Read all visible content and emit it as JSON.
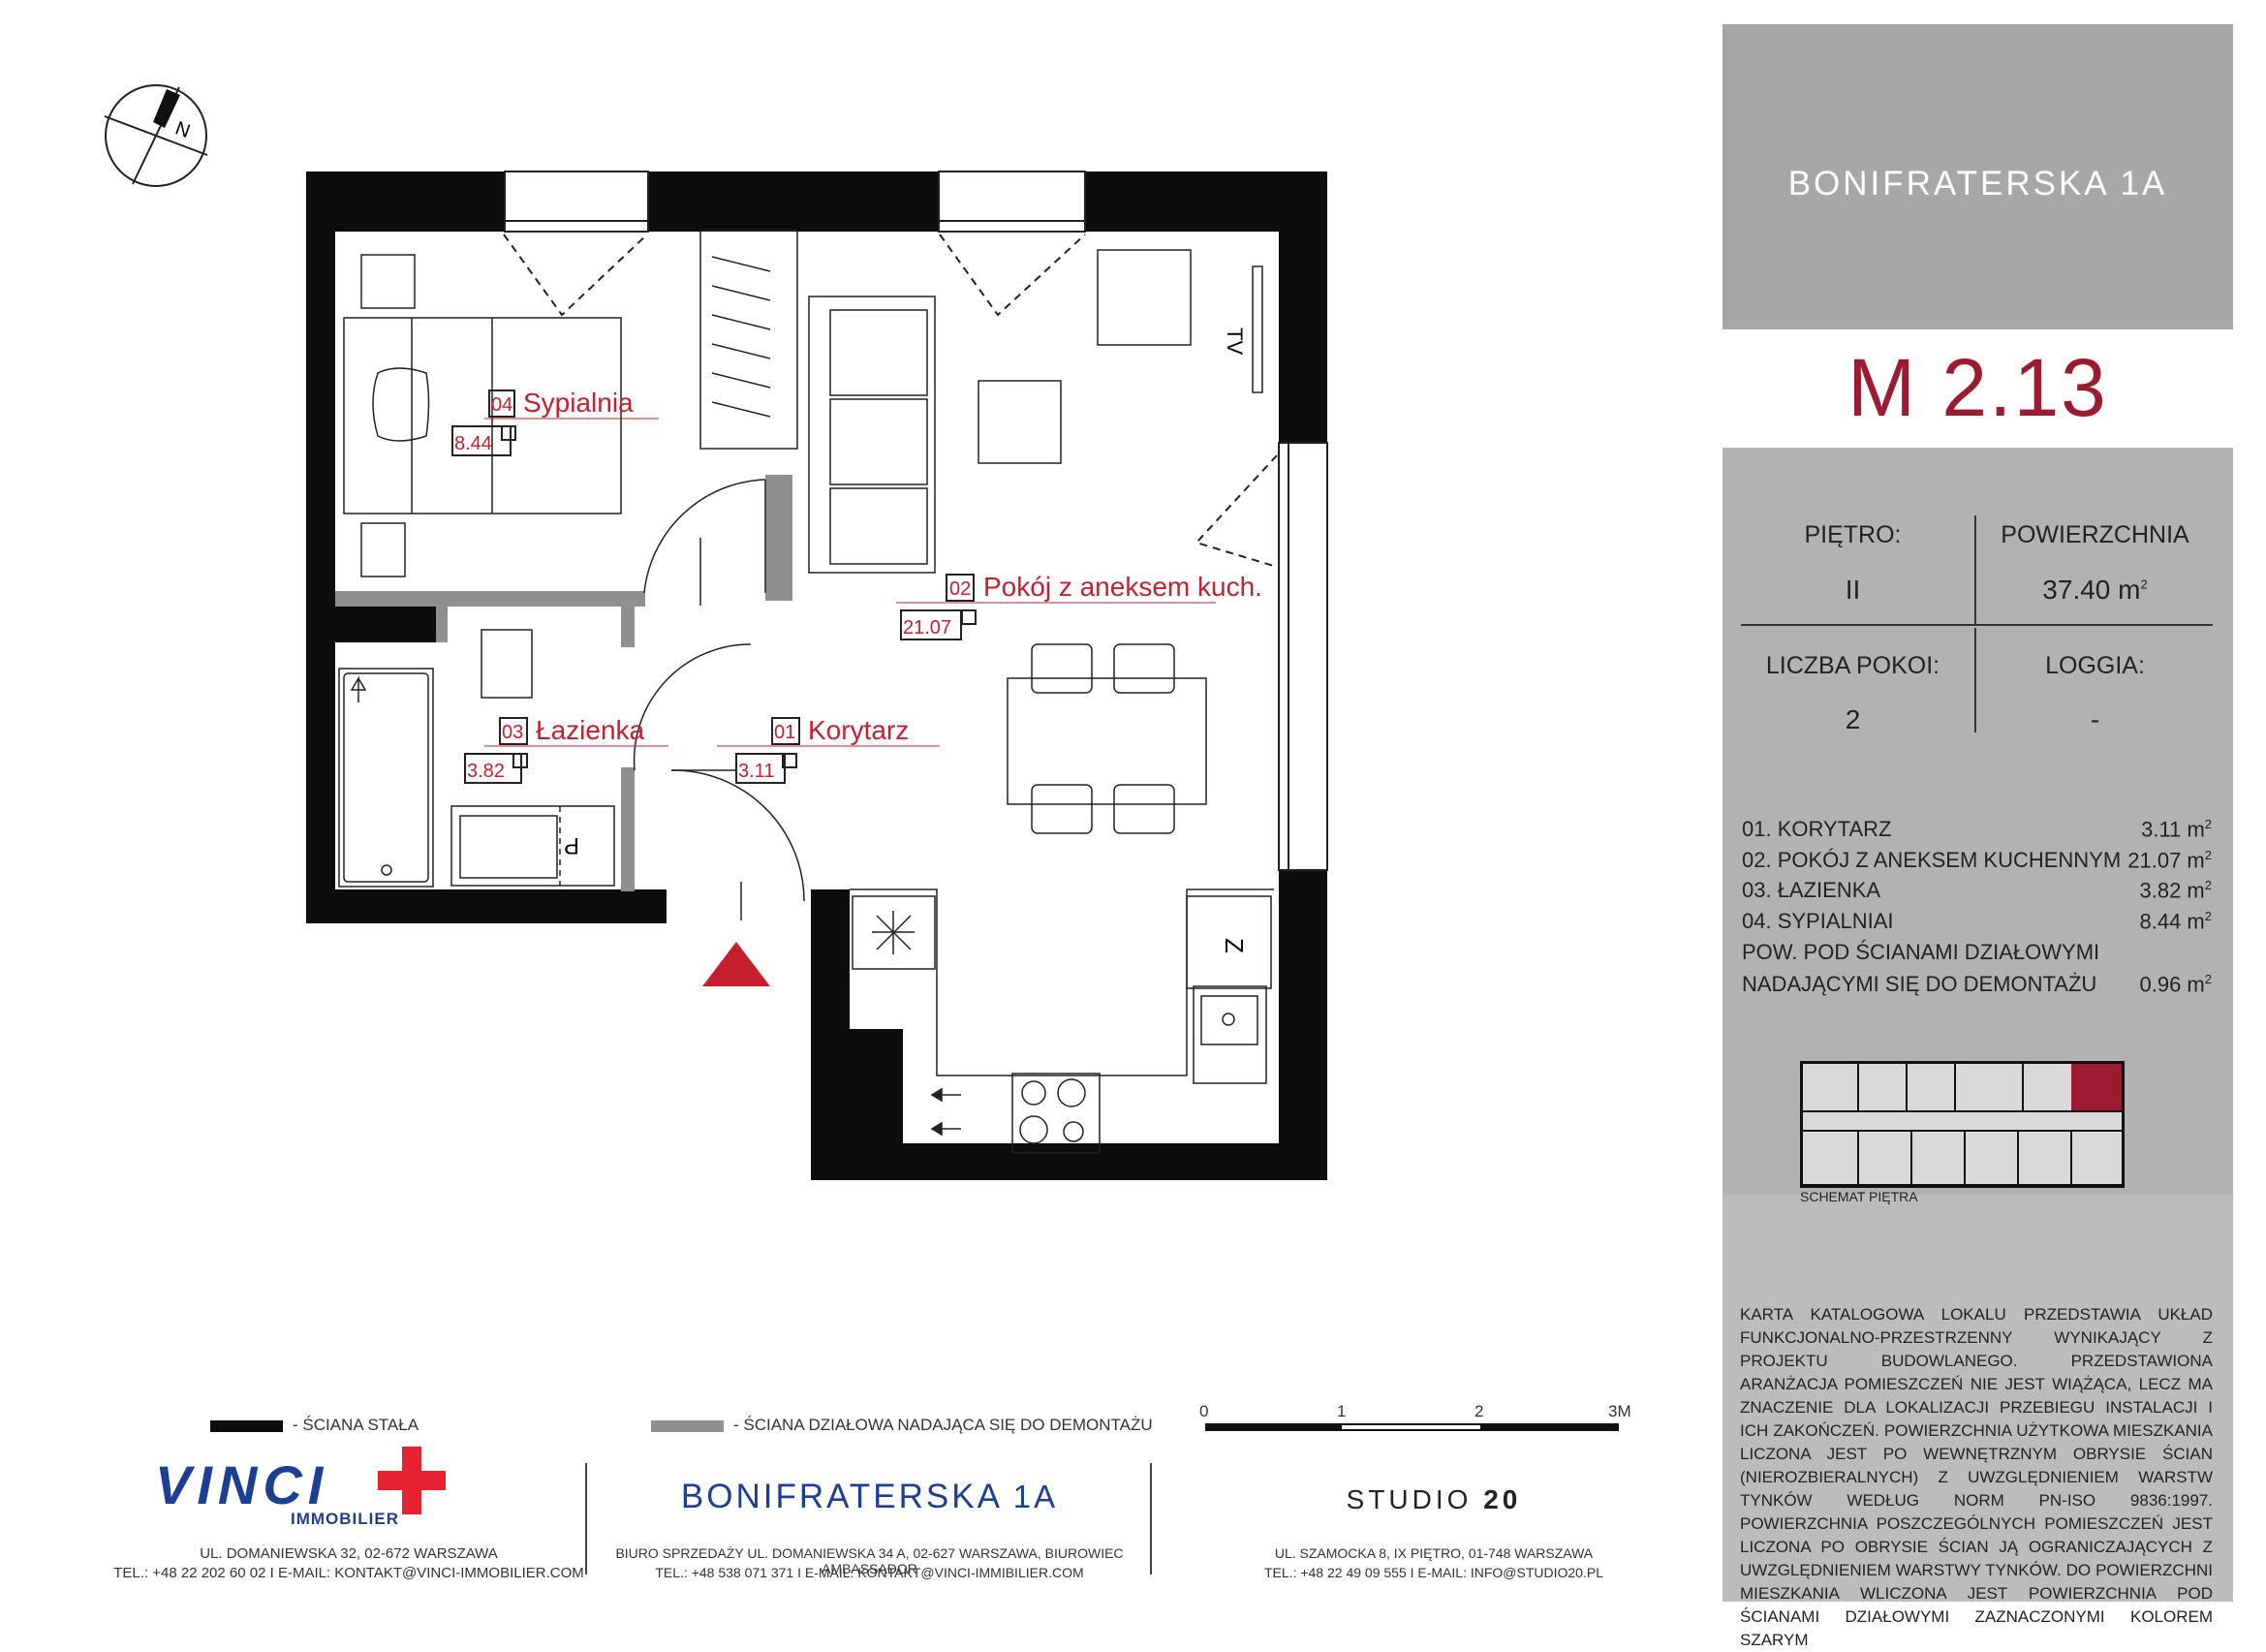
{
  "brand": {
    "name": "BONIFRATERSKA",
    "mark": "1A"
  },
  "unit": {
    "title": "M 2.13"
  },
  "info": {
    "floor_label": "PIĘTRO:",
    "floor_value": "II",
    "area_label": "POWIERZCHNIA",
    "area_value": "37.40 m",
    "area_sup": "2",
    "rooms_label": "LICZBA POKOI:",
    "rooms_value": "2",
    "loggia_label": "LOGGIA:",
    "loggia_value": "-"
  },
  "rooms": [
    {
      "label": "01.  KORYTARZ",
      "area": "3.11 m"
    },
    {
      "label": "02.  POKÓJ Z ANEKSEM KUCHENNYM",
      "area": "21.07 m"
    },
    {
      "label": "03.  ŁAZIENKA",
      "area": "3.82 m"
    },
    {
      "label": "04.  SYPIALNIAI",
      "area": "8.44 m"
    }
  ],
  "walls_note": {
    "line1": "POW. POD ŚCIANAMI DZIAŁOWYMI",
    "line2": "NADAJĄCYMI SIĘ DO DEMONTAŻU",
    "area": "0.96 m"
  },
  "floor_scheme_label": "SCHEMAT PIĘTRA",
  "disclaimer": "KARTA KATALOGOWA LOKALU PRZEDSTAWIA UKŁAD FUNKCJONALNO-PRZESTRZENNY WYNIKAJĄCY Z PROJEKTU BUDOWLANEGO. PRZEDSTAWIONA ARANŻACJA POMIESZCZEŃ NIE JEST WIĄŻĄCA, LECZ MA ZNACZENIE DLA LOKALIZACJI PRZEBIEGU INSTALACJI I ICH ZAKOŃCZEŃ. POWIERZCHNIA UŻYTKOWA MIESZKANIA LICZONA JEST PO WEWNĘTRZNYM OBRYSIE ŚCIAN (NIEROZBIERALNYCH) Z UWZGLĘDNIENIEM WARSTW TYNKÓW WEDŁUG NORM PN-ISO 9836:1997. POWIERZCHNIA POSZCZEGÓLNYCH POMIESZCZEŃ JEST LICZONA PO OBRYSIE ŚCIAN JĄ OGRANICZAJĄCYCH Z UWZGLĘDNIENIEM WARSTWY TYNKÓW. DO POWIERZCHNI MIESZKANIA WLICZONA JEST POWIERZCHNIA POD ŚCIANAMI DZIAŁOWYMI ZAZNACZONYMI KOLOREM SZARYM",
  "plan": {
    "compass": "N",
    "tv": "TV",
    "washer": "P",
    "fridge": "Z",
    "room_labels": [
      {
        "no": "04",
        "name": "Sypialnia",
        "area": "8.44"
      },
      {
        "no": "02",
        "name": "Pokój z aneksem kuch.",
        "area": "21.07"
      },
      {
        "no": "03",
        "name": "Łazienka",
        "area": "3.82"
      },
      {
        "no": "01",
        "name": "Korytarz",
        "area": "3.11"
      }
    ]
  },
  "legend": {
    "solid_wall": "- ŚCIANA STAŁA",
    "removable_wall": "- ŚCIANA DZIAŁOWA NADAJĄCA SIĘ DO DEMONTAŻU",
    "scale": [
      "0",
      "1",
      "2",
      "3M"
    ]
  },
  "footer": {
    "vinci_name": "VINCI",
    "vinci_sub": "IMMOBILIER",
    "vinci_addr": "UL. DOMANIEWSKA 32,  02-672 WARSZAWA",
    "vinci_contact": "TEL.: +48 22 202 60 02    I    E-MAIL: KONTAKT@VINCI-IMMOBILIER.COM",
    "bonif_addr": "BIURO SPRZEDAŻY UL. DOMANIEWSKA 34 A, 02-627 WARSZAWA, BIUROWIEC AMBASSADOR",
    "bonif_contact": "TEL.: +48 538 071 371    I    E-MAIL: KONTAKT@VINCI-IMMIBILIER.COM",
    "studio_name": "STUDIO",
    "studio_num": "20",
    "studio_addr": "UL. SZAMOCKA 8, IX PIĘTRO, 01-748 WARSZAWA",
    "studio_contact": "TEL.: +48 22 49 09 555    I    E-MAIL: INFO@STUDIO20.PL"
  },
  "colors": {
    "accent": "#9b1b30",
    "panel": "#b2b2b2",
    "panel_top": "#a7a7a7",
    "red_marker": "#c5202e",
    "vinci_blue": "#1d3f93",
    "vinci_red": "#e52232"
  }
}
